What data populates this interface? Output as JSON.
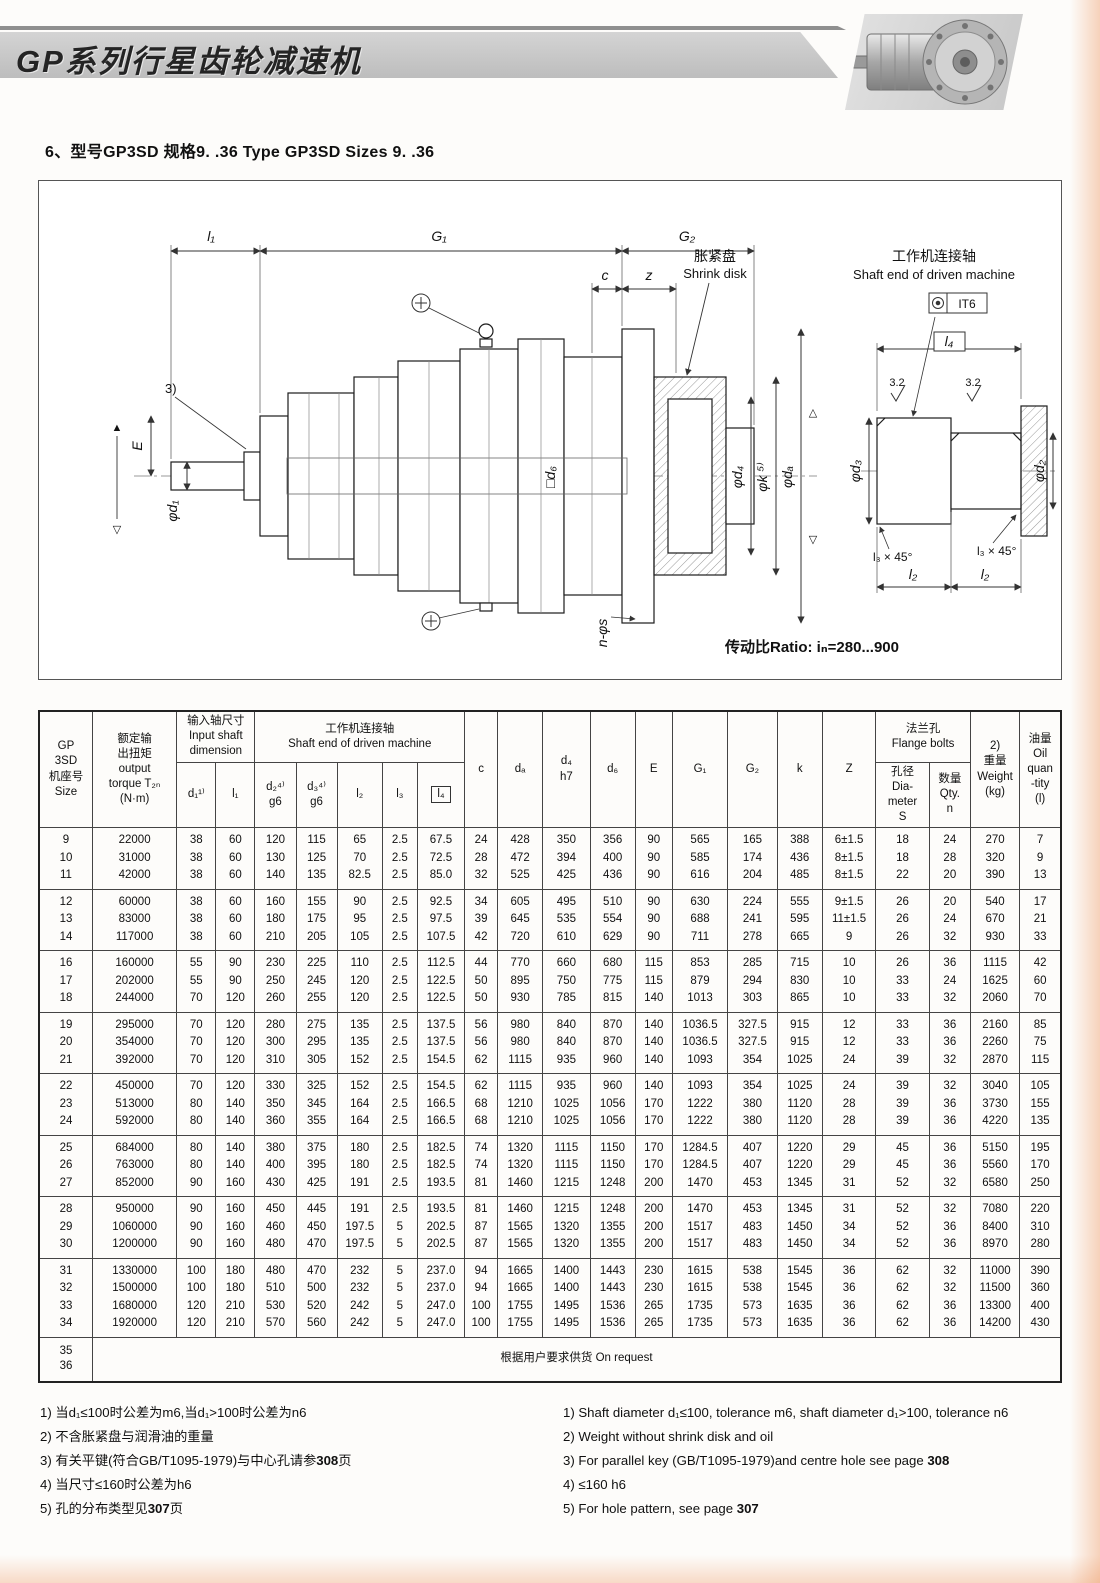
{
  "page": {
    "header_title": "GP系列行星齿轮减速机",
    "section_title": "6、型号GP3SD 规格9. .36  Type GP3SD Sizes 9. .36"
  },
  "drawing": {
    "dims": {
      "l1": "l₁",
      "G1": "G₁",
      "G2": "G₂",
      "c": "c",
      "z": "z",
      "E": "E",
      "d1": "φd₁",
      "note3": "3)",
      "d6": "□d₆",
      "d4": "φd₄",
      "k": "φk ⁵⁾",
      "da": "φdₐ",
      "n_s": "n-φs",
      "it6": "IT6",
      "l4": "l₄",
      "r1": "3.2",
      "r2": "3.2",
      "d3": "φd₃",
      "d2": "φd₂",
      "l3a": "l₃ × 45°",
      "l3b": "l₃ × 45°",
      "l2a": "l₂",
      "l2b": "l₂"
    },
    "shrink_cn": "胀紧盘",
    "shrink_en": "Shrink disk",
    "shaft_cn": "工作机连接轴",
    "shaft_en": "Shaft end of driven machine",
    "ratio": "传动比Ratio: iₙ=280...900"
  },
  "table": {
    "headers": {
      "size": [
        "GP",
        "3SD",
        "机座号",
        "Size"
      ],
      "torque": [
        "额定输",
        "出扭矩",
        "output",
        "torque T₂ₙ",
        "(N·m)"
      ],
      "input_group": [
        "输入轴尺寸",
        "Input shaft",
        "dimension"
      ],
      "shaft_group": [
        "工作机连接轴",
        "Shaft end of driven machine"
      ],
      "d1": "d₁¹⁾",
      "l1": "l₁",
      "d2": [
        "d₂⁴⁾",
        "g6"
      ],
      "d3": [
        "d₃⁴⁾",
        "g6"
      ],
      "l2": "l₂",
      "l3": "l₃",
      "l4": "l₄",
      "c": "c",
      "da": "dₐ",
      "d4": [
        "d₄",
        "h7"
      ],
      "d6": "d₆",
      "E": "E",
      "G1": "G₁",
      "G2": "G₂",
      "k": "k",
      "Z": "Z",
      "flange_group": [
        "法兰孔",
        "Flange bolts"
      ],
      "S": [
        "孔径",
        "Dia-meter",
        "S"
      ],
      "n": [
        "数量",
        "Qty.",
        "n"
      ],
      "weight": [
        "2)",
        "重量",
        "Weight",
        "(kg)"
      ],
      "oil": [
        "油量",
        "Oil",
        "quan",
        "-tity",
        "(l)"
      ]
    },
    "groups": [
      [
        [
          "9",
          "22000",
          "38",
          "60",
          "120",
          "115",
          "65",
          "2.5",
          "67.5",
          "24",
          "428",
          "350",
          "356",
          "90",
          "565",
          "165",
          "388",
          "6±1.5",
          "18",
          "24",
          "270",
          "7"
        ],
        [
          "10",
          "31000",
          "38",
          "60",
          "130",
          "125",
          "70",
          "2.5",
          "72.5",
          "28",
          "472",
          "394",
          "400",
          "90",
          "585",
          "174",
          "436",
          "8±1.5",
          "18",
          "28",
          "320",
          "9"
        ],
        [
          "11",
          "42000",
          "38",
          "60",
          "140",
          "135",
          "82.5",
          "2.5",
          "85.0",
          "32",
          "525",
          "425",
          "436",
          "90",
          "616",
          "204",
          "485",
          "8±1.5",
          "22",
          "20",
          "390",
          "13"
        ]
      ],
      [
        [
          "12",
          "60000",
          "38",
          "60",
          "160",
          "155",
          "90",
          "2.5",
          "92.5",
          "34",
          "605",
          "495",
          "510",
          "90",
          "630",
          "224",
          "555",
          "9±1.5",
          "26",
          "20",
          "540",
          "17"
        ],
        [
          "13",
          "83000",
          "38",
          "60",
          "180",
          "175",
          "95",
          "2.5",
          "97.5",
          "39",
          "645",
          "535",
          "554",
          "90",
          "688",
          "241",
          "595",
          "11±1.5",
          "26",
          "24",
          "670",
          "21"
        ],
        [
          "14",
          "117000",
          "38",
          "60",
          "210",
          "205",
          "105",
          "2.5",
          "107.5",
          "42",
          "720",
          "610",
          "629",
          "90",
          "711",
          "278",
          "665",
          "9",
          "26",
          "32",
          "930",
          "33"
        ]
      ],
      [
        [
          "16",
          "160000",
          "55",
          "90",
          "230",
          "225",
          "110",
          "2.5",
          "112.5",
          "44",
          "770",
          "660",
          "680",
          "115",
          "853",
          "285",
          "715",
          "10",
          "26",
          "36",
          "1115",
          "42"
        ],
        [
          "17",
          "202000",
          "55",
          "90",
          "250",
          "245",
          "120",
          "2.5",
          "122.5",
          "50",
          "895",
          "750",
          "775",
          "115",
          "879",
          "294",
          "830",
          "10",
          "33",
          "24",
          "1625",
          "60"
        ],
        [
          "18",
          "244000",
          "70",
          "120",
          "260",
          "255",
          "120",
          "2.5",
          "122.5",
          "50",
          "930",
          "785",
          "815",
          "140",
          "1013",
          "303",
          "865",
          "10",
          "33",
          "32",
          "2060",
          "70"
        ]
      ],
      [
        [
          "19",
          "295000",
          "70",
          "120",
          "280",
          "275",
          "135",
          "2.5",
          "137.5",
          "56",
          "980",
          "840",
          "870",
          "140",
          "1036.5",
          "327.5",
          "915",
          "12",
          "33",
          "36",
          "2160",
          "85"
        ],
        [
          "20",
          "354000",
          "70",
          "120",
          "300",
          "295",
          "135",
          "2.5",
          "137.5",
          "56",
          "980",
          "840",
          "870",
          "140",
          "1036.5",
          "327.5",
          "915",
          "12",
          "33",
          "36",
          "2260",
          "75"
        ],
        [
          "21",
          "392000",
          "70",
          "120",
          "310",
          "305",
          "152",
          "2.5",
          "154.5",
          "62",
          "1115",
          "935",
          "960",
          "140",
          "1093",
          "354",
          "1025",
          "24",
          "39",
          "32",
          "2870",
          "115"
        ]
      ],
      [
        [
          "22",
          "450000",
          "70",
          "120",
          "330",
          "325",
          "152",
          "2.5",
          "154.5",
          "62",
          "1115",
          "935",
          "960",
          "140",
          "1093",
          "354",
          "1025",
          "24",
          "39",
          "32",
          "3040",
          "105"
        ],
        [
          "23",
          "513000",
          "80",
          "140",
          "350",
          "345",
          "164",
          "2.5",
          "166.5",
          "68",
          "1210",
          "1025",
          "1056",
          "170",
          "1222",
          "380",
          "1120",
          "28",
          "39",
          "36",
          "3730",
          "155"
        ],
        [
          "24",
          "592000",
          "80",
          "140",
          "360",
          "355",
          "164",
          "2.5",
          "166.5",
          "68",
          "1210",
          "1025",
          "1056",
          "170",
          "1222",
          "380",
          "1120",
          "28",
          "39",
          "36",
          "4220",
          "135"
        ]
      ],
      [
        [
          "25",
          "684000",
          "80",
          "140",
          "380",
          "375",
          "180",
          "2.5",
          "182.5",
          "74",
          "1320",
          "1115",
          "1150",
          "170",
          "1284.5",
          "407",
          "1220",
          "29",
          "45",
          "36",
          "5150",
          "195"
        ],
        [
          "26",
          "763000",
          "80",
          "140",
          "400",
          "395",
          "180",
          "2.5",
          "182.5",
          "74",
          "1320",
          "1115",
          "1150",
          "170",
          "1284.5",
          "407",
          "1220",
          "29",
          "45",
          "36",
          "5560",
          "170"
        ],
        [
          "27",
          "852000",
          "90",
          "160",
          "430",
          "425",
          "191",
          "2.5",
          "193.5",
          "81",
          "1460",
          "1215",
          "1248",
          "200",
          "1470",
          "453",
          "1345",
          "31",
          "52",
          "32",
          "6580",
          "250"
        ]
      ],
      [
        [
          "28",
          "950000",
          "90",
          "160",
          "450",
          "445",
          "191",
          "2.5",
          "193.5",
          "81",
          "1460",
          "1215",
          "1248",
          "200",
          "1470",
          "453",
          "1345",
          "31",
          "52",
          "32",
          "7080",
          "220"
        ],
        [
          "29",
          "1060000",
          "90",
          "160",
          "460",
          "450",
          "197.5",
          "5",
          "202.5",
          "87",
          "1565",
          "1320",
          "1355",
          "200",
          "1517",
          "483",
          "1450",
          "34",
          "52",
          "36",
          "8400",
          "310"
        ],
        [
          "30",
          "1200000",
          "90",
          "160",
          "480",
          "470",
          "197.5",
          "5",
          "202.5",
          "87",
          "1565",
          "1320",
          "1355",
          "200",
          "1517",
          "483",
          "1450",
          "34",
          "52",
          "36",
          "8970",
          "280"
        ]
      ],
      [
        [
          "31",
          "1330000",
          "100",
          "180",
          "480",
          "470",
          "232",
          "5",
          "237.0",
          "94",
          "1665",
          "1400",
          "1443",
          "230",
          "1615",
          "538",
          "1545",
          "36",
          "62",
          "32",
          "11000",
          "390"
        ],
        [
          "32",
          "1500000",
          "100",
          "180",
          "510",
          "500",
          "232",
          "5",
          "237.0",
          "94",
          "1665",
          "1400",
          "1443",
          "230",
          "1615",
          "538",
          "1545",
          "36",
          "62",
          "32",
          "11500",
          "360"
        ],
        [
          "33",
          "1680000",
          "120",
          "210",
          "530",
          "520",
          "242",
          "5",
          "247.0",
          "100",
          "1755",
          "1495",
          "1536",
          "265",
          "1735",
          "573",
          "1635",
          "36",
          "62",
          "36",
          "13300",
          "400"
        ],
        [
          "34",
          "1920000",
          "120",
          "210",
          "570",
          "560",
          "242",
          "5",
          "247.0",
          "100",
          "1755",
          "1495",
          "1536",
          "265",
          "1735",
          "573",
          "1635",
          "36",
          "62",
          "36",
          "14200",
          "430"
        ]
      ]
    ],
    "on_request": {
      "sizes": [
        "35",
        "36"
      ],
      "text": "根据用户要求供货   On request"
    }
  },
  "footnotes": {
    "cn": [
      [
        {
          "t": "1) 当d₁≤100时公差为m6,当d₁>100时公差为n6"
        }
      ],
      [
        {
          "t": "2) 不含胀紧盘与润滑油的重量"
        }
      ],
      [
        {
          "t": "3) 有关平键(符合GB/T1095-1979)与中心孔请参",
          "b": false
        },
        {
          "t": "308",
          "b": true
        },
        {
          "t": "页"
        }
      ],
      [
        {
          "t": "4) 当尺寸≤160时公差为h6"
        }
      ],
      [
        {
          "t": "5) 孔的分布类型见",
          "b": false
        },
        {
          "t": "307",
          "b": true
        },
        {
          "t": "页"
        }
      ]
    ],
    "en": [
      [
        {
          "t": "1) Shaft diameter d₁≤100, tolerance m6, shaft diameter d₁>100, tolerance n6"
        }
      ],
      [
        {
          "t": "2) Weight without shrink disk and oil"
        }
      ],
      [
        {
          "t": "3) For parallel key (GB/T1095-1979)and centre hole see page "
        },
        {
          "t": "308",
          "b": true
        }
      ],
      [
        {
          "t": "4) ≤160 h6"
        }
      ],
      [
        {
          "t": "5) For hole pattern, see page "
        },
        {
          "t": "307",
          "b": true
        }
      ]
    ]
  }
}
